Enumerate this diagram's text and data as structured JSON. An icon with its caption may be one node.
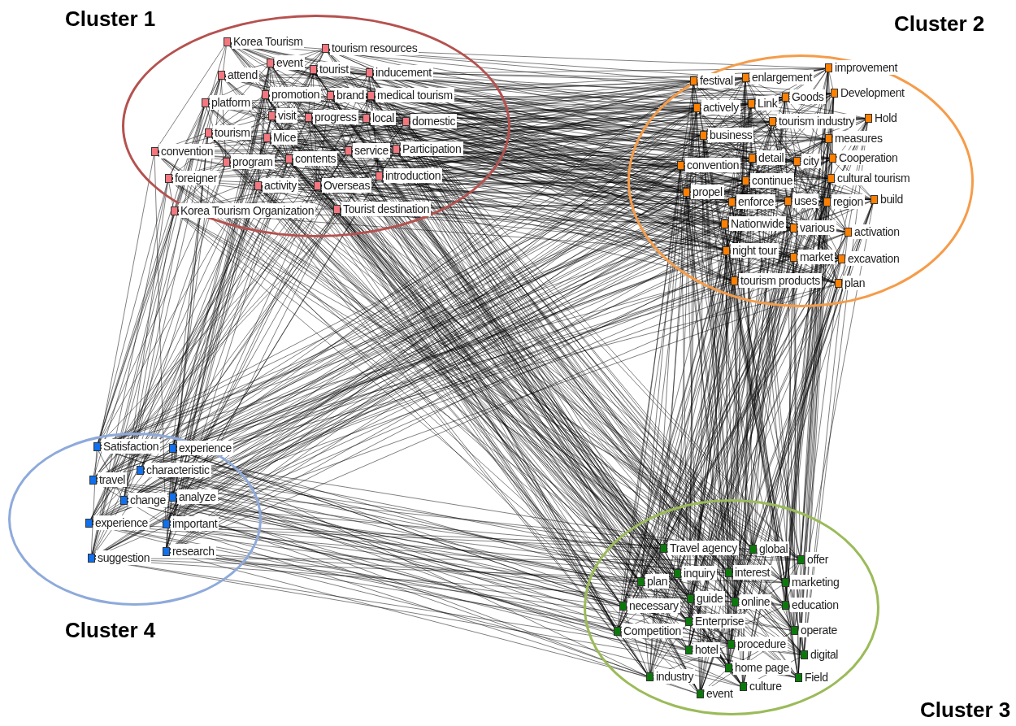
{
  "diagram": {
    "nodes": [
      {
        "text": [
          "Cluster 1"
        ]
      },
      {
        "text": [
          "Korea Tourism"
        ],
        "in": 0
      },
      {
        "text": [
          "tourism resources"
        ],
        "in": 0
      },
      {
        "text": [
          "event"
        ],
        "in": 0
      },
      {
        "text": [
          "tourist"
        ],
        "in": 0
      },
      {
        "text": [
          "inducement"
        ],
        "in": 0
      },
      {
        "text": [
          "attend"
        ],
        "in": 0
      },
      {
        "text": [
          "promotion"
        ],
        "in": 0
      },
      {
        "text": [
          "brand"
        ],
        "in": 0
      },
      {
        "text": [
          "medical tourism"
        ],
        "in": 0
      },
      {
        "text": [
          "platform"
        ],
        "in": 0
      },
      {
        "text": [
          "visit"
        ],
        "in": 0
      },
      {
        "text": [
          "progress"
        ],
        "in": 0
      },
      {
        "text": [
          "local"
        ],
        "in": 0
      },
      {
        "text": [
          "domestic"
        ],
        "in": 0
      },
      {
        "text": [
          "tourism"
        ],
        "in": 0
      },
      {
        "text": [
          "Mice"
        ],
        "in": 0
      },
      {
        "text": [
          "convention"
        ],
        "in": 0
      },
      {
        "text": [
          "program"
        ],
        "in": 0
      },
      {
        "text": [
          "contents"
        ],
        "in": 0
      },
      {
        "text": [
          "service"
        ],
        "in": 0
      },
      {
        "text": [
          "Participation"
        ],
        "in": 0
      },
      {
        "text": [
          "foreigner"
        ],
        "in": 0
      },
      {
        "text": [
          "activity"
        ],
        "in": 0
      },
      {
        "text": [
          "Overseas"
        ],
        "in": 0
      },
      {
        "text": [
          "introduction"
        ],
        "in": 0
      },
      {
        "text": [
          "Korea Tourism Organization"
        ],
        "in": 0
      },
      {
        "text": [
          "Tourist destination"
        ],
        "in": 0
      },
      {
        "text": [
          "Cluster 2"
        ]
      },
      {
        "text": [
          "festival"
        ],
        "in": 28
      },
      {
        "text": [
          "enlargement"
        ],
        "in": 28
      },
      {
        "text": [
          "improvement"
        ],
        "in": 28
      },
      {
        "text": [
          "actively"
        ],
        "in": 28
      },
      {
        "text": [
          "Link"
        ],
        "in": 28
      },
      {
        "text": [
          "Goods"
        ],
        "in": 28
      },
      {
        "text": [
          "Development"
        ],
        "in": 28
      },
      {
        "text": [
          "tourism industry"
        ],
        "in": 28
      },
      {
        "text": [
          "Hold"
        ],
        "in": 28
      },
      {
        "text": [
          "business"
        ],
        "in": 28
      },
      {
        "text": [
          "measures"
        ],
        "in": 28
      },
      {
        "text": [
          "convention"
        ],
        "in": 28
      },
      {
        "text": [
          "detail"
        ],
        "in": 28
      },
      {
        "text": [
          "city"
        ],
        "in": 28
      },
      {
        "text": [
          "Cooperation"
        ],
        "in": 28
      },
      {
        "text": [
          "continue"
        ],
        "in": 28
      },
      {
        "text": [
          "cultural tourism"
        ],
        "in": 28
      },
      {
        "text": [
          "propel"
        ],
        "in": 28
      },
      {
        "text": [
          "enforce"
        ],
        "in": 28
      },
      {
        "text": [
          "uses"
        ],
        "in": 28
      },
      {
        "text": [
          "region"
        ],
        "in": 28
      },
      {
        "text": [
          "build"
        ],
        "in": 28
      },
      {
        "text": [
          "Nationwide"
        ],
        "in": 28
      },
      {
        "text": [
          "various"
        ],
        "in": 28
      },
      {
        "text": [
          "activation"
        ],
        "in": 28
      },
      {
        "text": [
          "night tour"
        ],
        "in": 28
      },
      {
        "text": [
          "market"
        ],
        "in": 28
      },
      {
        "text": [
          "excavation"
        ],
        "in": 28
      },
      {
        "text": [
          "tourism products"
        ],
        "in": 28
      },
      {
        "text": [
          "plan"
        ],
        "in": 28
      },
      {
        "text": [
          "Cluster 4"
        ]
      },
      {
        "text": [
          "Satisfaction"
        ],
        "in": 59
      },
      {
        "text": [
          "experience"
        ],
        "in": 59
      },
      {
        "text": [
          "characteristic"
        ],
        "in": 59
      },
      {
        "text": [
          "travel"
        ],
        "in": 59
      },
      {
        "text": [
          "change"
        ],
        "in": 59
      },
      {
        "text": [
          "analyze"
        ],
        "in": 59
      },
      {
        "text": [
          "experience"
        ],
        "in": 59
      },
      {
        "text": [
          "important"
        ],
        "in": 59
      },
      {
        "text": [
          "suggestion"
        ],
        "in": 59
      },
      {
        "text": [
          "research"
        ],
        "in": 59
      },
      {
        "text": [
          "Cluster 3"
        ]
      },
      {
        "text": [
          "Travel agency"
        ],
        "in": 70
      },
      {
        "text": [
          "global"
        ],
        "in": 70
      },
      {
        "text": [
          "offer"
        ],
        "in": 70
      },
      {
        "text": [
          "plan"
        ],
        "in": 70
      },
      {
        "text": [
          "inquiry"
        ],
        "in": 70
      },
      {
        "text": [
          "interest"
        ],
        "in": 70
      },
      {
        "text": [
          "marketing"
        ],
        "in": 70
      },
      {
        "text": [
          "necessary"
        ],
        "in": 70
      },
      {
        "text": [
          "guide"
        ],
        "in": 70
      },
      {
        "text": [
          "online"
        ],
        "in": 70
      },
      {
        "text": [
          "education"
        ],
        "in": 70
      },
      {
        "text": [
          "Enterprise"
        ],
        "in": 70
      },
      {
        "text": [
          "Competition"
        ],
        "in": 70
      },
      {
        "text": [
          "operate"
        ],
        "in": 70
      },
      {
        "text": [
          "hotel"
        ],
        "in": 70
      },
      {
        "text": [
          "procedure"
        ],
        "in": 70
      },
      {
        "text": [
          "digital"
        ],
        "in": 70
      },
      {
        "text": [
          "home page"
        ],
        "in": 70
      },
      {
        "text": [
          "Field"
        ],
        "in": 70
      },
      {
        "text": [
          "industry"
        ],
        "in": 70
      },
      {
        "text": [
          "culture"
        ],
        "in": 70
      },
      {
        "text": [
          "event"
        ],
        "in": 70
      }
    ]
  }
}
